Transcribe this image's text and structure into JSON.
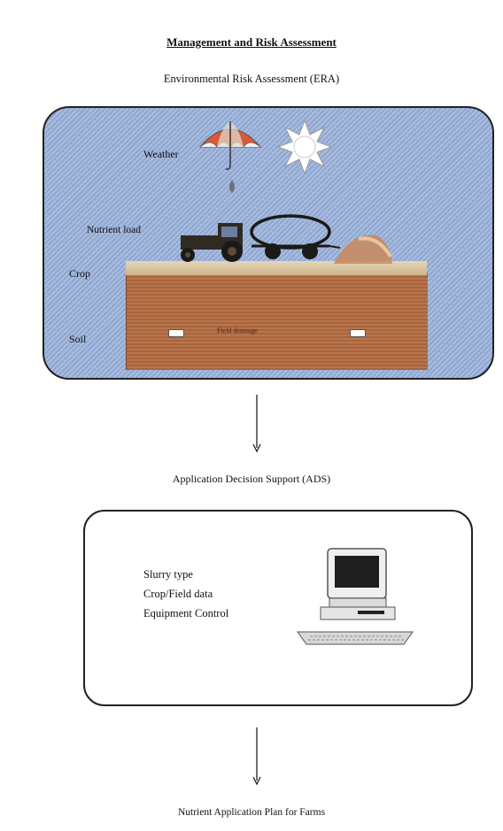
{
  "title": "Management and Risk Assessment",
  "era": {
    "heading": "Environmental Risk Assessment (ERA)",
    "labels": {
      "weather": "Weather",
      "nutrient_load": "Nutrient load",
      "crop": "Crop",
      "soil": "Soil",
      "field": "Field drainage"
    }
  },
  "ads": {
    "heading": "Application Decision Support (ADS)",
    "items": [
      "Slurry type",
      "Crop/Field data",
      "Equipment Control"
    ]
  },
  "plan": "Nutrient Application Plan for Farms",
  "icons": {
    "weather": "umbrella-icon",
    "sun": "sun-icon",
    "rain": "rain-drop-icon",
    "tractor": "tractor-icon",
    "tanker": "slurry-tanker-icon",
    "manure": "manure-heap-icon",
    "computer": "computer-icon"
  },
  "colors": {
    "panel_bg": "#a9bde0",
    "soil": "#b9744b",
    "surface": "#e6d6b8",
    "tractor": "#2f2a22"
  }
}
